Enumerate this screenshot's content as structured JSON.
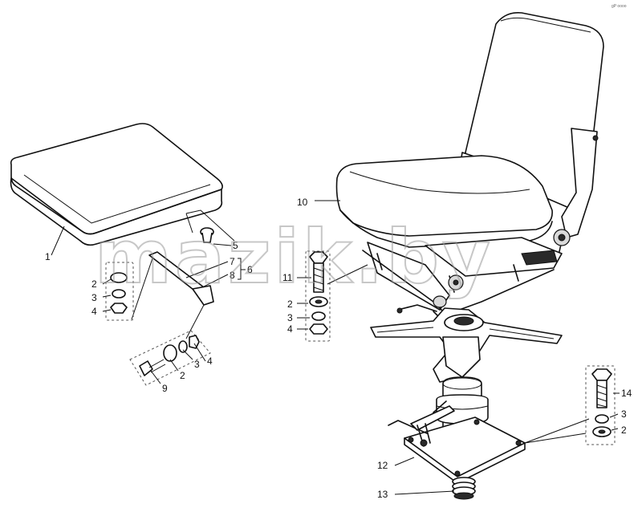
{
  "watermark": "mazik.by",
  "corner_mark": "gP oooo",
  "callouts": {
    "c1": "1",
    "c2a": "2",
    "c3a": "3",
    "c4a": "4",
    "c5": "5",
    "c6": "6",
    "c7": "7",
    "c8": "8",
    "c9": "9",
    "c2b": "2",
    "c3b": "3",
    "c4b": "4",
    "c10": "10",
    "c11": "11",
    "c2c": "2",
    "c3c": "3",
    "c4c": "4",
    "c12": "12",
    "c13": "13",
    "c14": "14",
    "c3d": "3",
    "c2d": "2"
  },
  "colors": {
    "ink": "#111111",
    "watermark": "#9a9a9a",
    "background": "#ffffff"
  }
}
